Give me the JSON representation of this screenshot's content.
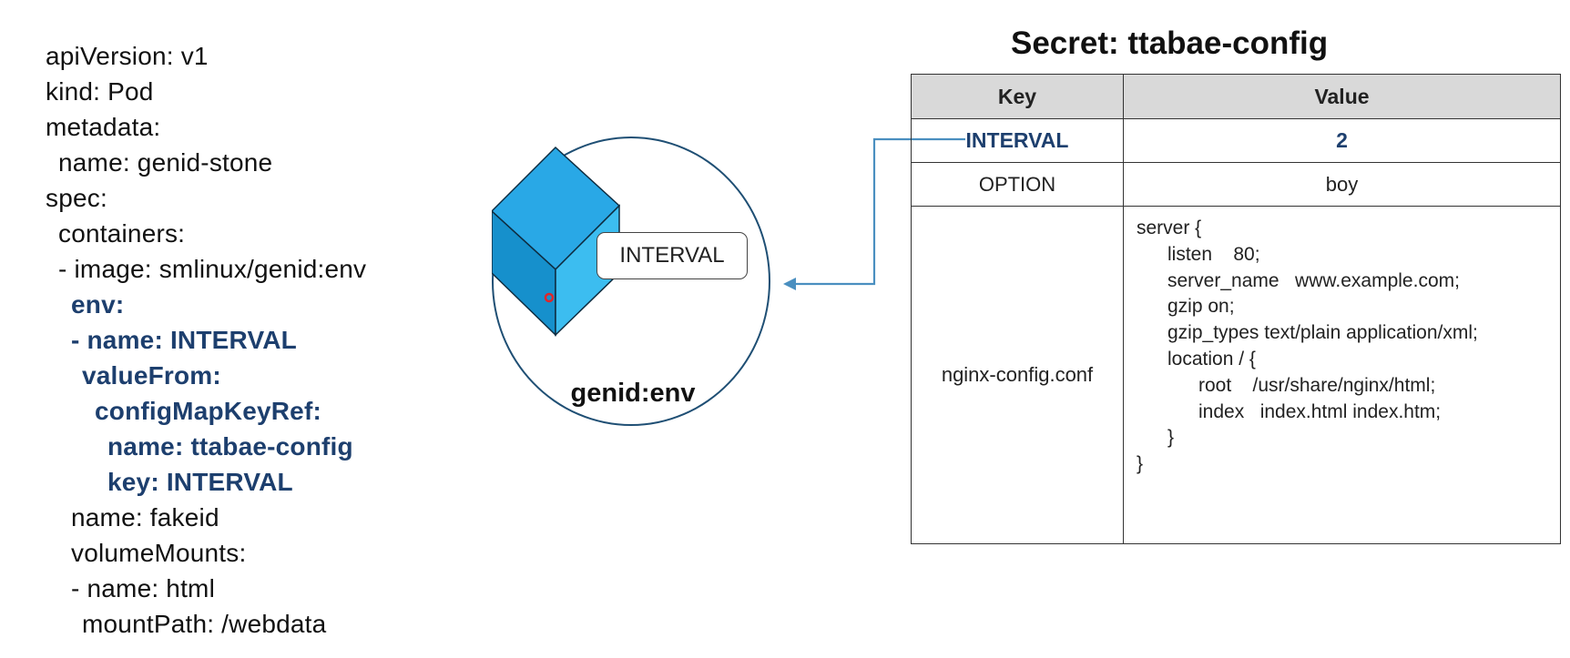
{
  "yaml": {
    "lines": [
      {
        "text": "apiVersion: v1",
        "indent": 0,
        "highlight": false
      },
      {
        "text": "kind: Pod",
        "indent": 0,
        "highlight": false
      },
      {
        "text": "metadata:",
        "indent": 0,
        "highlight": false
      },
      {
        "text": "name: genid-stone",
        "indent": 1,
        "highlight": false
      },
      {
        "text": "spec:",
        "indent": 0,
        "highlight": false
      },
      {
        "text": "containers:",
        "indent": 1,
        "highlight": false
      },
      {
        "text": "- image: smlinux/genid:env",
        "indent": 1,
        "highlight": false
      },
      {
        "text": "env:",
        "indent": 2,
        "highlight": true
      },
      {
        "text": "- name: INTERVAL",
        "indent": 2,
        "highlight": true
      },
      {
        "text": "valueFrom:",
        "indent": 3,
        "highlight": true
      },
      {
        "text": "configMapKeyRef:",
        "indent": 4,
        "highlight": true
      },
      {
        "text": "name: ttabae-config",
        "indent": 5,
        "highlight": true
      },
      {
        "text": "key: INTERVAL",
        "indent": 5,
        "highlight": true
      },
      {
        "text": "name: fakeid",
        "indent": 2,
        "highlight": false
      },
      {
        "text": "volumeMounts:",
        "indent": 2,
        "highlight": false
      },
      {
        "text": "- name: html",
        "indent": 2,
        "highlight": false
      },
      {
        "text": "mountPath: /webdata",
        "indent": 3,
        "highlight": false
      }
    ]
  },
  "pod": {
    "env_tag": "INTERVAL",
    "label": "genid:env",
    "icon": "container-cube-icon"
  },
  "secret": {
    "title": "Secret: ttabae-config",
    "headers": {
      "key": "Key",
      "value": "Value"
    },
    "rows": {
      "interval": {
        "key": "INTERVAL",
        "value": "2"
      },
      "option": {
        "key": "OPTION",
        "value": "boy"
      },
      "nginx": {
        "key": "nginx-config.conf",
        "value_lines": [
          {
            "text": "server {",
            "indent": 0
          },
          {
            "text": "listen    80;",
            "indent": 1
          },
          {
            "text": "server_name   www.example.com;",
            "indent": 1
          },
          {
            "text": "gzip on;",
            "indent": 1
          },
          {
            "text": "gzip_types text/plain application/xml;",
            "indent": 1
          },
          {
            "text": "location / {",
            "indent": 1
          },
          {
            "text": "root    /usr/share/nginx/html;",
            "indent": 2
          },
          {
            "text": "index   index.html index.htm;",
            "indent": 2
          },
          {
            "text": "}",
            "indent": 1
          },
          {
            "text": "}",
            "indent": 0
          }
        ]
      }
    }
  },
  "colors": {
    "highlight_text": "#1d3f6e",
    "connector": "#4a8fc0",
    "cube_top": "#29a8e6",
    "cube_left": "#1690cc",
    "cube_right": "#3cbdf0",
    "header_bg": "#d9d9d9",
    "pointer_dot": "#e0262a"
  }
}
